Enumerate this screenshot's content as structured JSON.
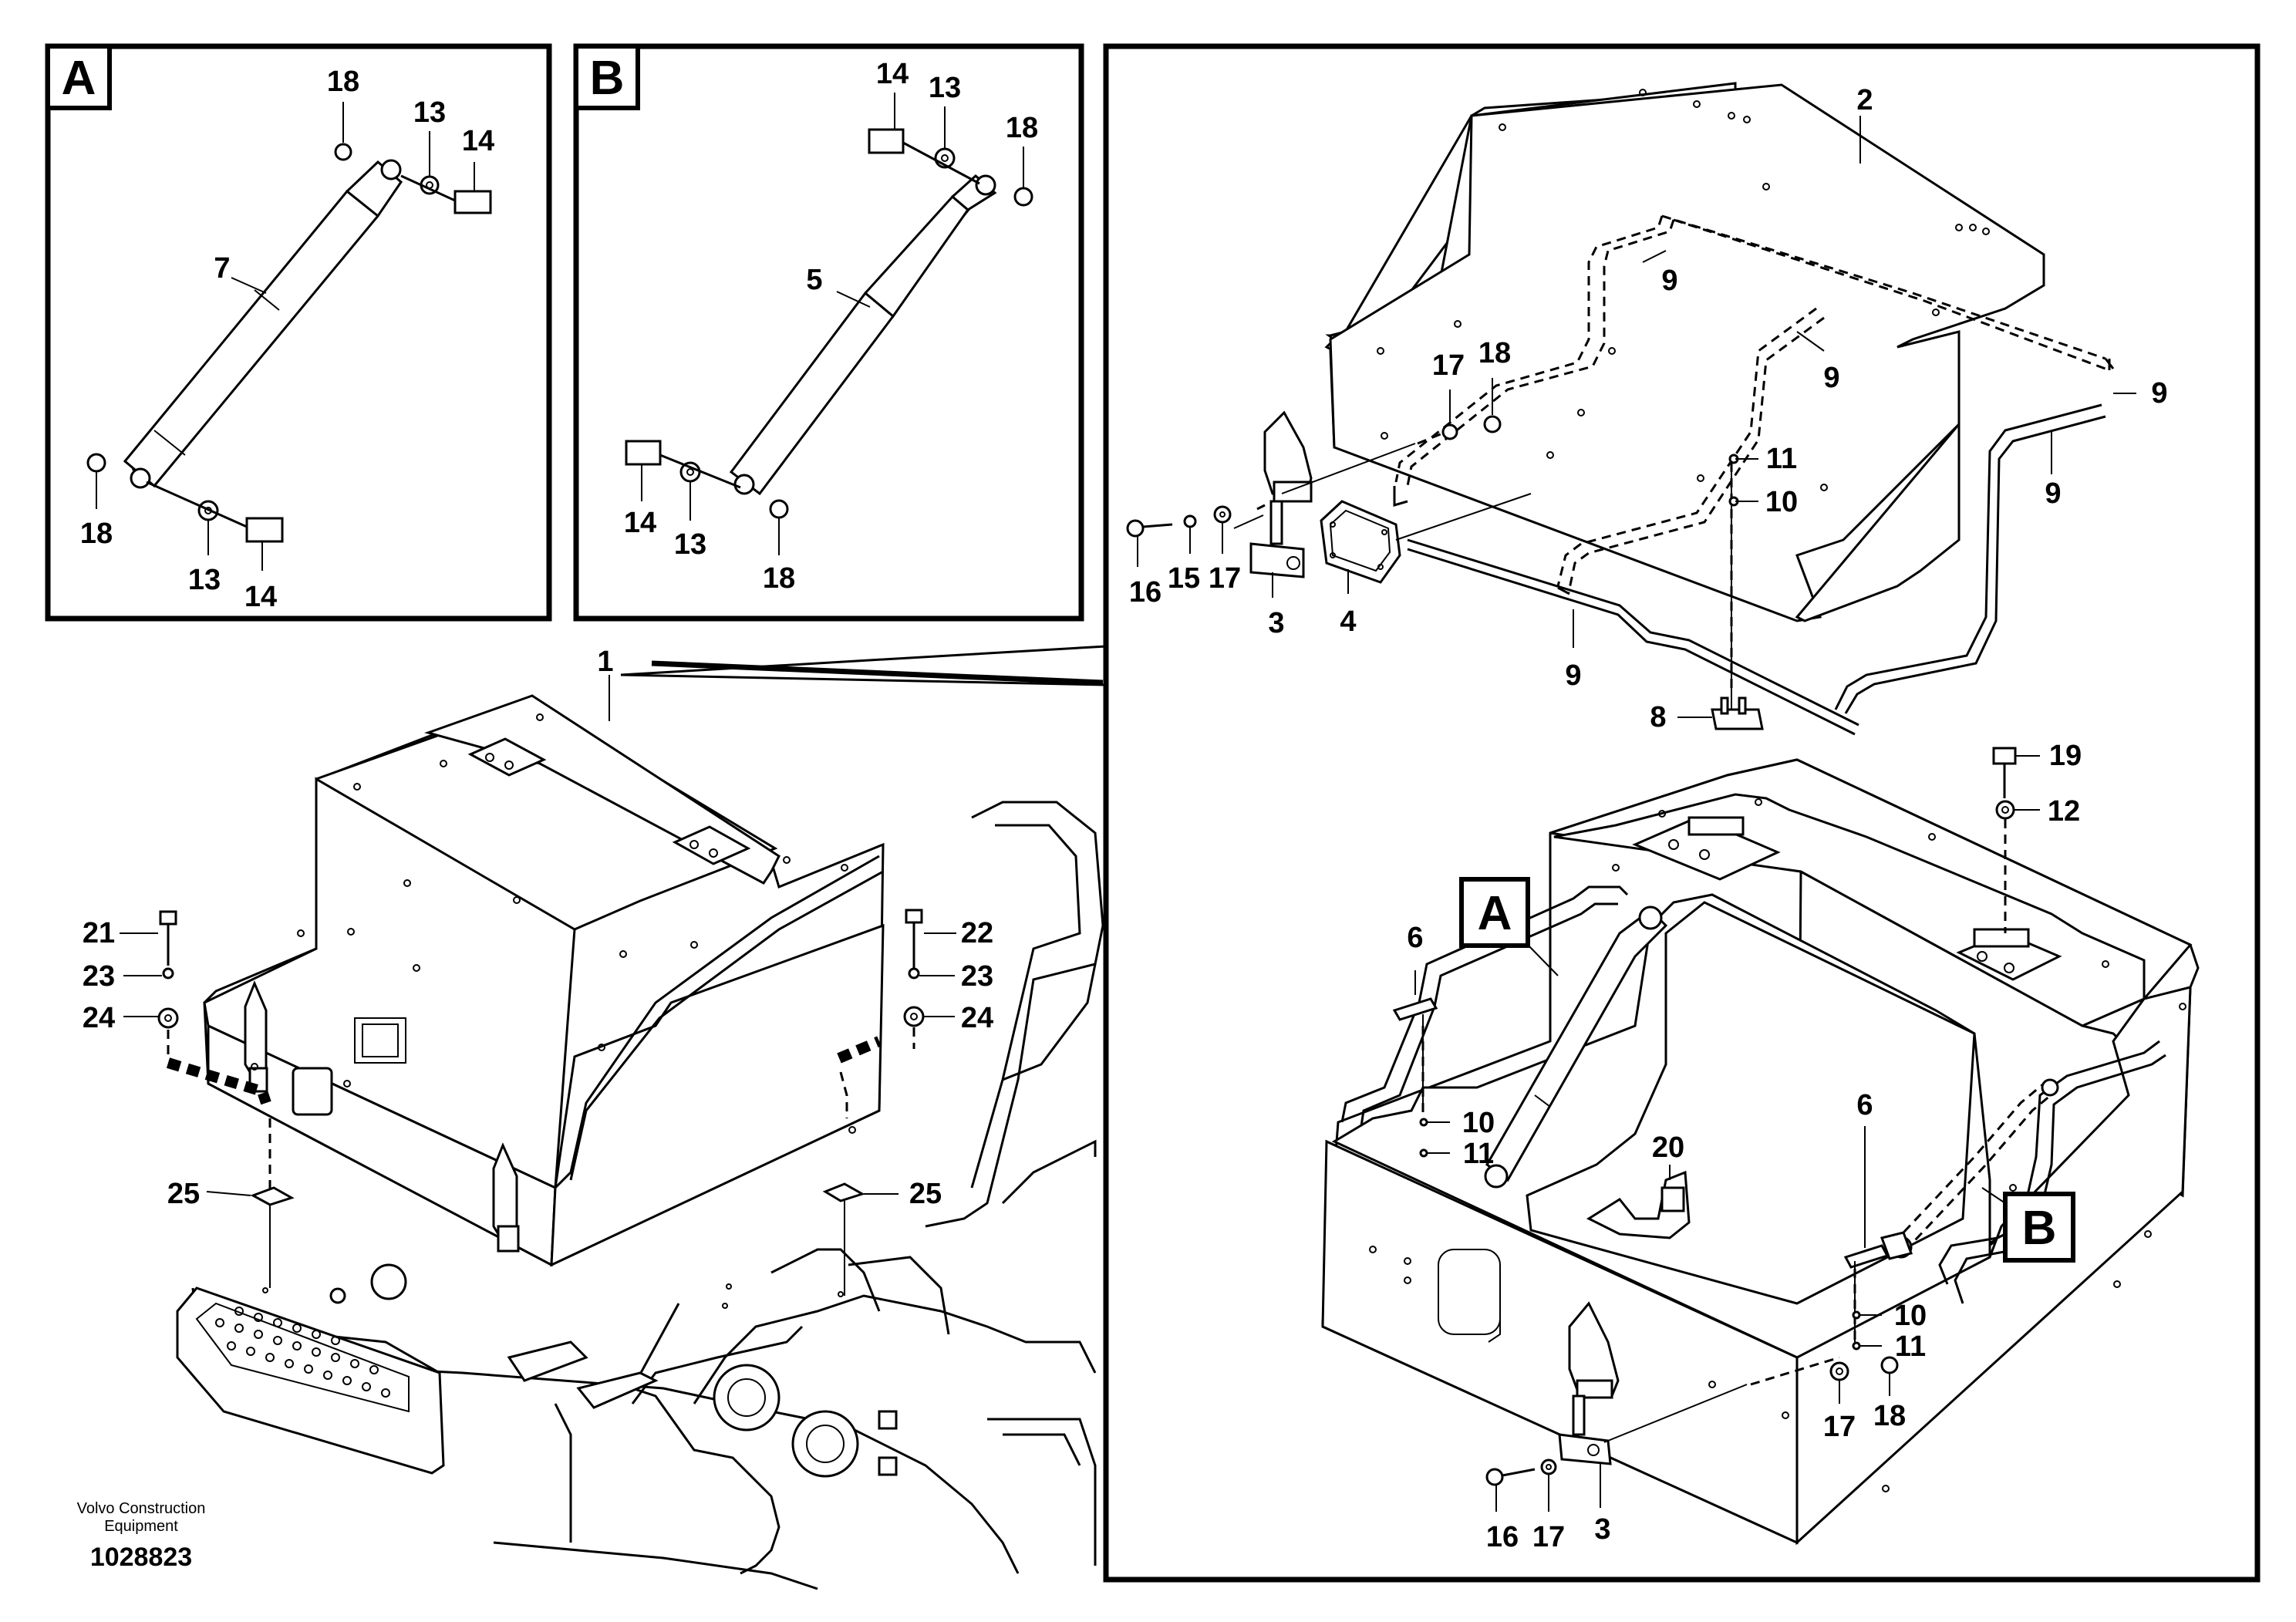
{
  "panel_a": {
    "tag": "A",
    "labels": {
      "l18a": "18",
      "l13a": "13",
      "l14a": "14",
      "l7": "7",
      "l18b": "18",
      "l13b": "13",
      "l14b": "14"
    }
  },
  "panel_b": {
    "tag": "B",
    "labels": {
      "l14a": "14",
      "l13a": "13",
      "l18a": "18",
      "l5": "5",
      "l14b": "14",
      "l13b": "13",
      "l18b": "18"
    }
  },
  "panel_main": {
    "tags": {
      "a": "A",
      "b": "B"
    },
    "labels": {
      "l2": "2",
      "l9a": "9",
      "l9b": "9",
      "l9c": "9",
      "l9d": "9",
      "l9e": "9",
      "l17a": "17",
      "l18a": "18",
      "l11a": "11",
      "l10a": "10",
      "l16a": "16",
      "l15": "15",
      "l17b": "17",
      "l3a": "3",
      "l4": "4",
      "l8": "8",
      "l19": "19",
      "l12": "12",
      "l6a": "6",
      "l10b": "10",
      "l11b": "11",
      "l20": "20",
      "l6b": "6",
      "l10c": "10",
      "l11c": "11",
      "l17c": "17",
      "l18b": "18",
      "l16b": "16",
      "l17d": "17",
      "l3b": "3"
    }
  },
  "overview": {
    "labels": {
      "l1": "1",
      "l21": "21",
      "l23a": "23",
      "l24a": "24",
      "l22": "22",
      "l23b": "23",
      "l24b": "24",
      "l25a": "25",
      "l25b": "25"
    }
  },
  "footer": {
    "company_line1": "Volvo Construction",
    "company_line2": "Equipment",
    "doc_number": "1028823"
  }
}
